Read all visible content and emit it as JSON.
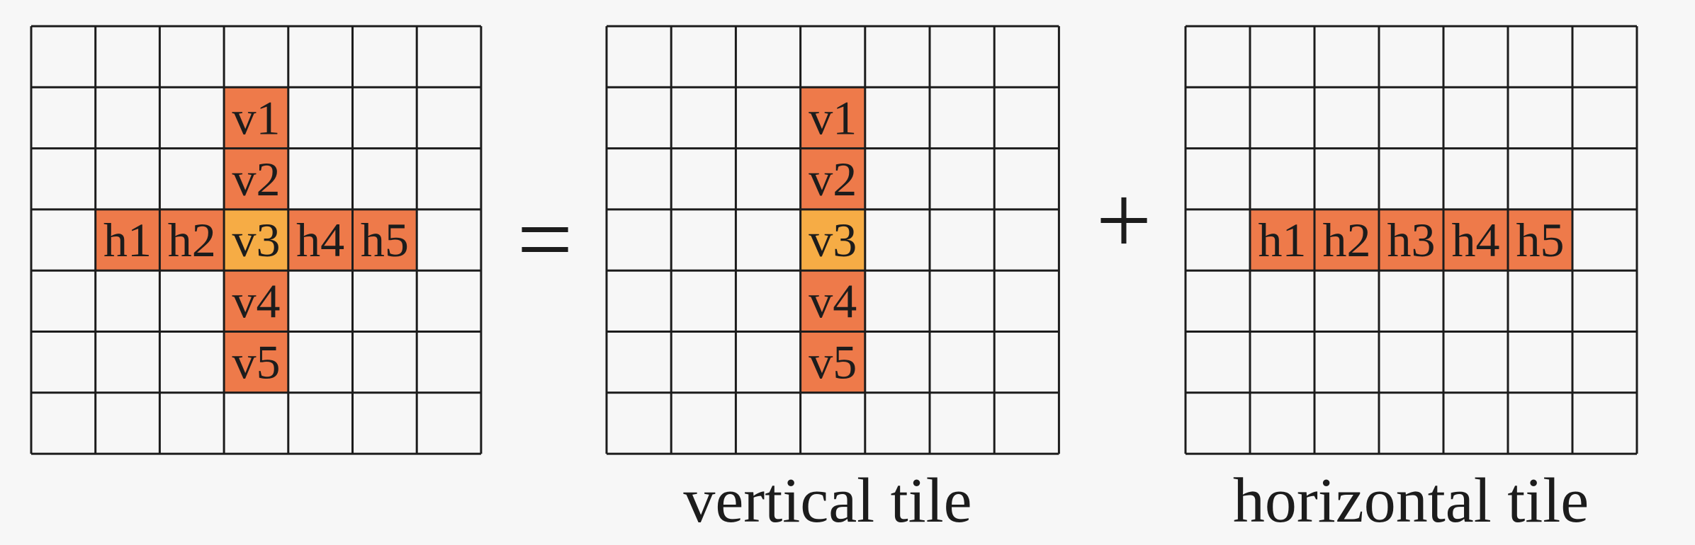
{
  "colors": {
    "background": "#f7f7f7",
    "grid_line": "#1c1c1c",
    "cell_fill": "#ee7a4a",
    "center_fill": "#f6ac45",
    "text": "#1c1c1c"
  },
  "grid_size": 7,
  "panels": [
    {
      "name": "combined",
      "caption": "",
      "cells": [
        {
          "row": 1,
          "col": 3,
          "label": "v1",
          "highlight": "normal"
        },
        {
          "row": 2,
          "col": 3,
          "label": "v2",
          "highlight": "normal"
        },
        {
          "row": 3,
          "col": 1,
          "label": "h1",
          "highlight": "normal"
        },
        {
          "row": 3,
          "col": 2,
          "label": "h2",
          "highlight": "normal"
        },
        {
          "row": 3,
          "col": 3,
          "label": "v3",
          "highlight": "center"
        },
        {
          "row": 3,
          "col": 4,
          "label": "h4",
          "highlight": "normal"
        },
        {
          "row": 3,
          "col": 5,
          "label": "h5",
          "highlight": "normal"
        },
        {
          "row": 4,
          "col": 3,
          "label": "v4",
          "highlight": "normal"
        },
        {
          "row": 5,
          "col": 3,
          "label": "v5",
          "highlight": "normal"
        }
      ]
    },
    {
      "name": "vertical",
      "caption": "vertical tile",
      "cells": [
        {
          "row": 1,
          "col": 3,
          "label": "v1",
          "highlight": "normal"
        },
        {
          "row": 2,
          "col": 3,
          "label": "v2",
          "highlight": "normal"
        },
        {
          "row": 3,
          "col": 3,
          "label": "v3",
          "highlight": "center"
        },
        {
          "row": 4,
          "col": 3,
          "label": "v4",
          "highlight": "normal"
        },
        {
          "row": 5,
          "col": 3,
          "label": "v5",
          "highlight": "normal"
        }
      ]
    },
    {
      "name": "horizontal",
      "caption": "horizontal tile",
      "cells": [
        {
          "row": 3,
          "col": 1,
          "label": "h1",
          "highlight": "normal"
        },
        {
          "row": 3,
          "col": 2,
          "label": "h2",
          "highlight": "normal"
        },
        {
          "row": 3,
          "col": 3,
          "label": "h3",
          "highlight": "normal"
        },
        {
          "row": 3,
          "col": 4,
          "label": "h4",
          "highlight": "normal"
        },
        {
          "row": 3,
          "col": 5,
          "label": "h5",
          "highlight": "normal"
        }
      ]
    }
  ],
  "operators": {
    "equals": "=",
    "plus": "+"
  }
}
